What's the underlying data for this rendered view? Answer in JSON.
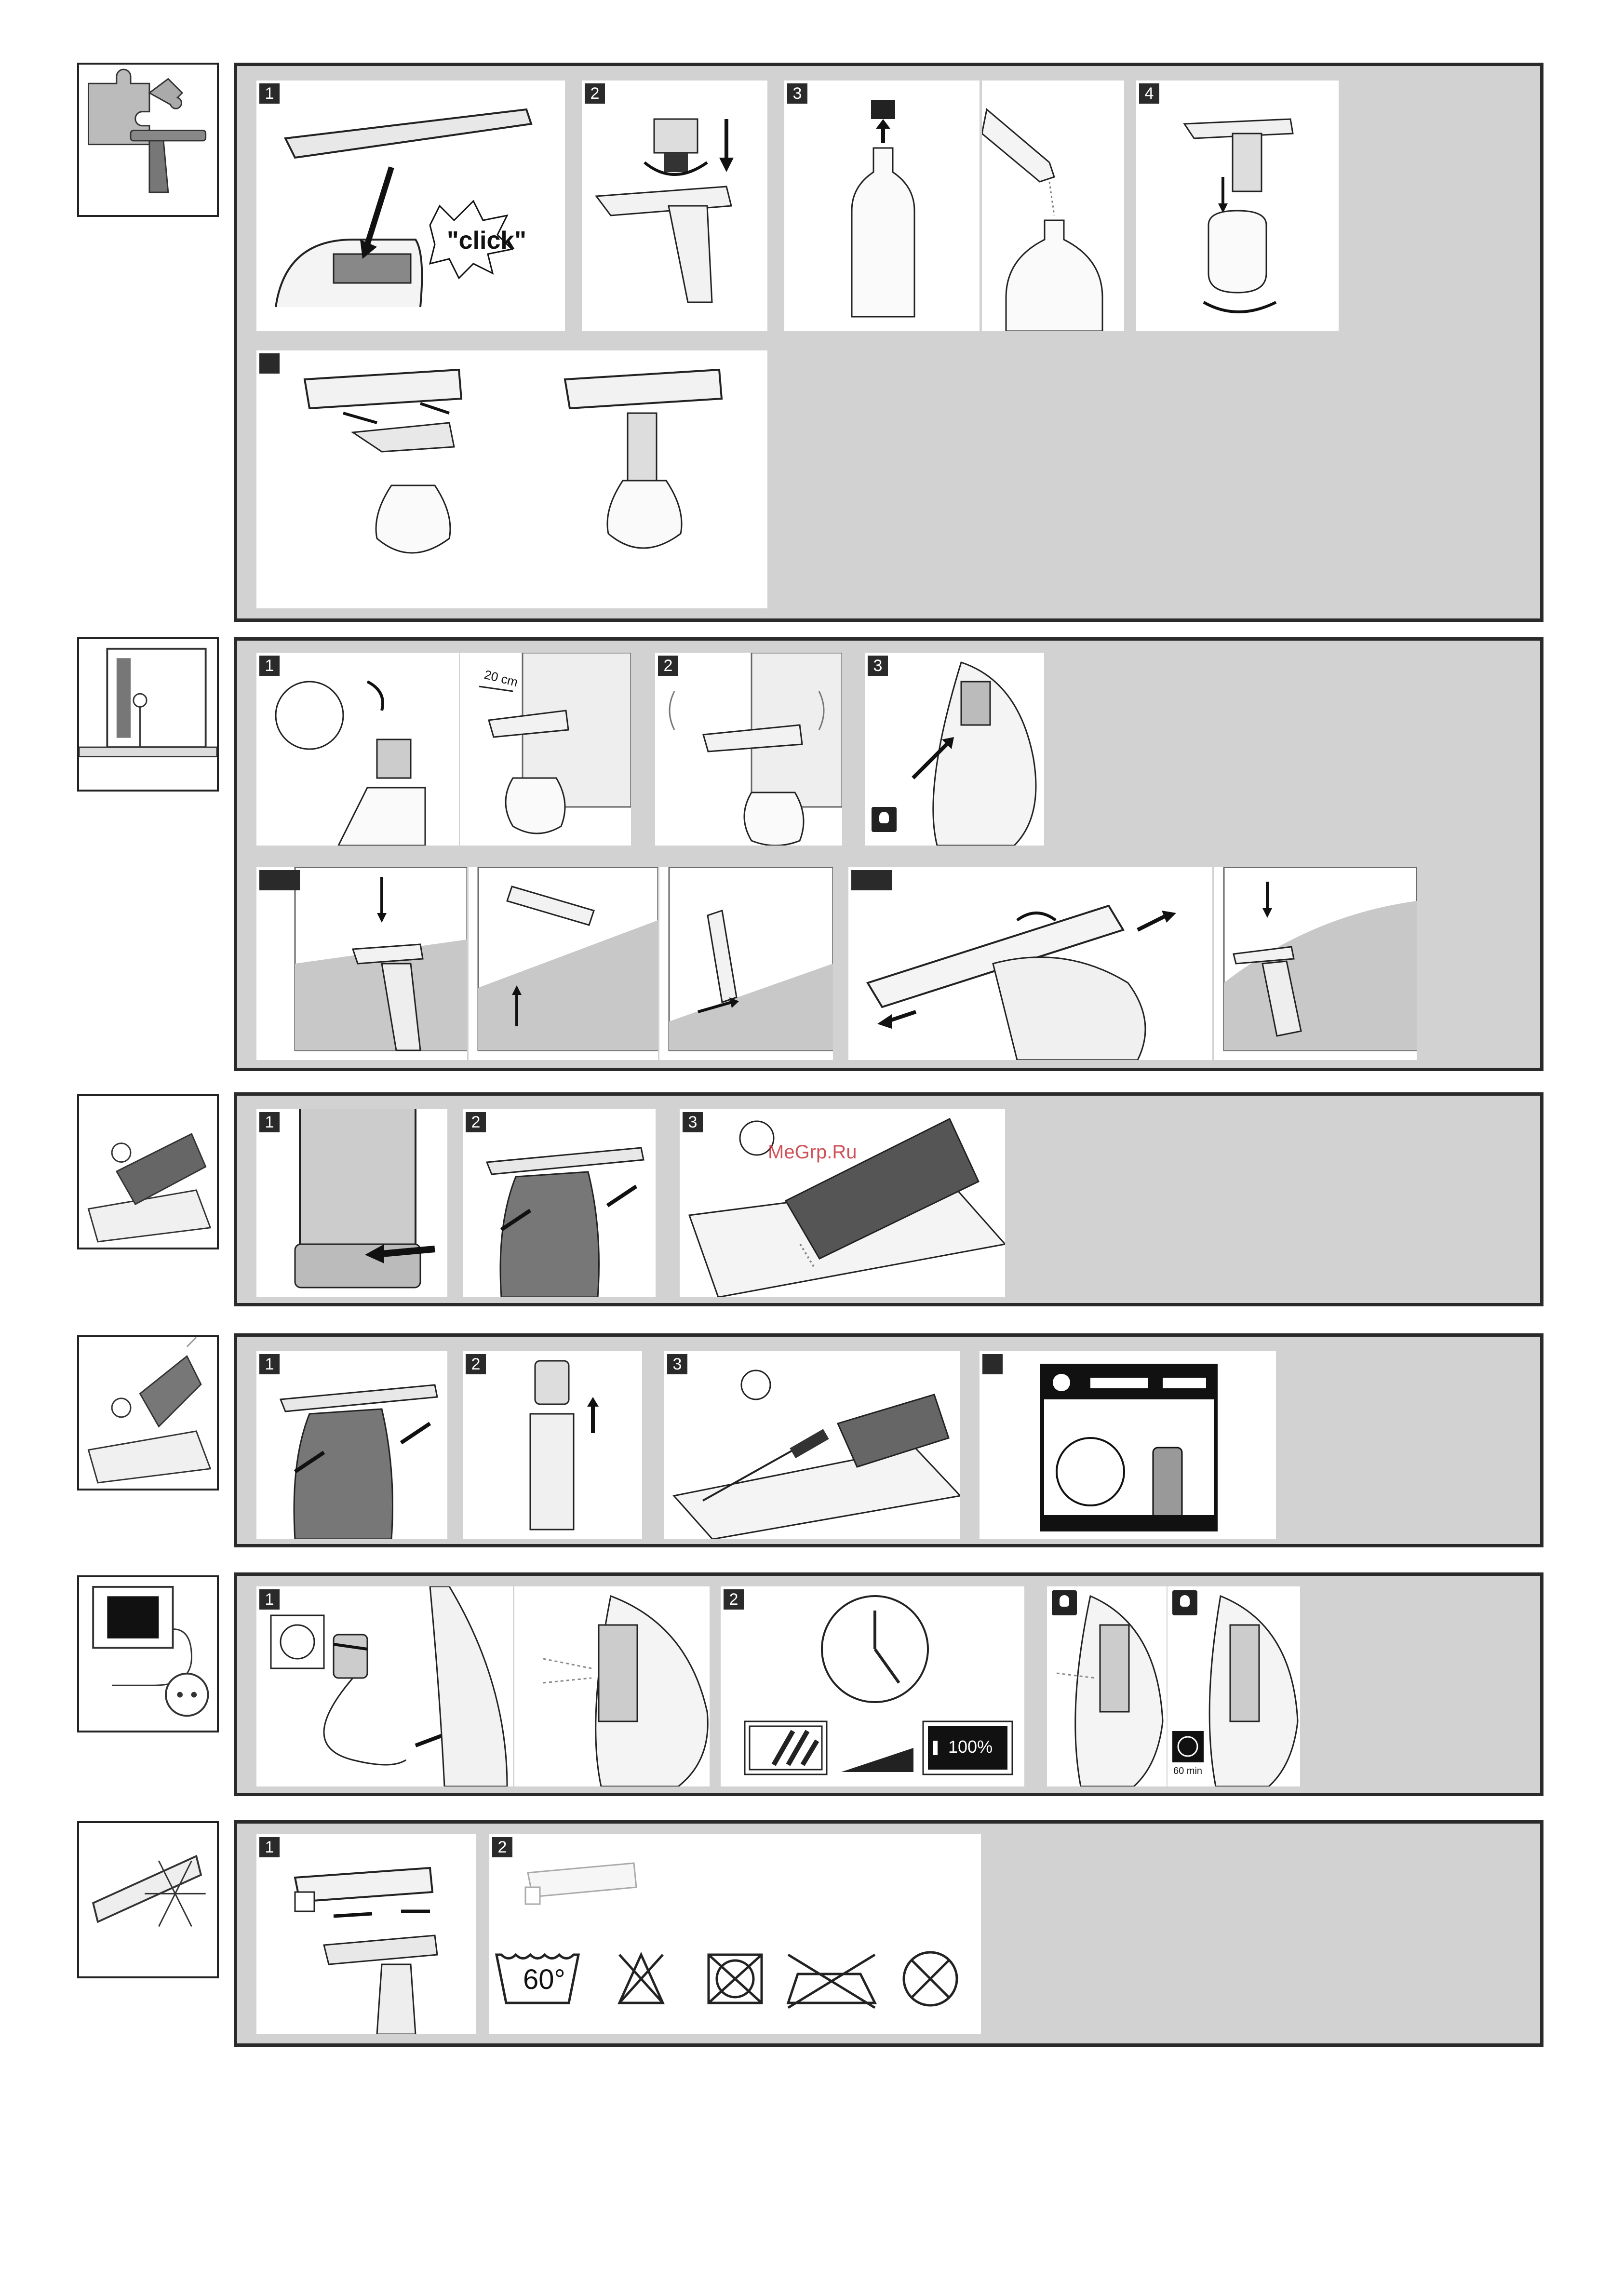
{
  "sections": [
    {
      "id": "assembly",
      "steps": [
        "1",
        "2",
        "3",
        "",
        "4",
        ""
      ],
      "callout": "\"click\""
    },
    {
      "id": "operation",
      "steps": [
        "1",
        "",
        "2",
        "3",
        "",
        "",
        "",
        "",
        "",
        ""
      ],
      "distance": "20 cm"
    },
    {
      "id": "emptying",
      "steps": [
        "1",
        "2",
        "3"
      ]
    },
    {
      "id": "cleaning",
      "steps": [
        "1",
        "2",
        "3",
        ""
      ]
    },
    {
      "id": "charging",
      "steps": [
        "1",
        "",
        "2",
        "",
        ""
      ],
      "battery_full": "100%",
      "time": "60 min"
    },
    {
      "id": "pad-care",
      "steps": [
        "1",
        "2"
      ],
      "wash_temp": "60°"
    }
  ],
  "watermark": "MeGrp.Ru"
}
